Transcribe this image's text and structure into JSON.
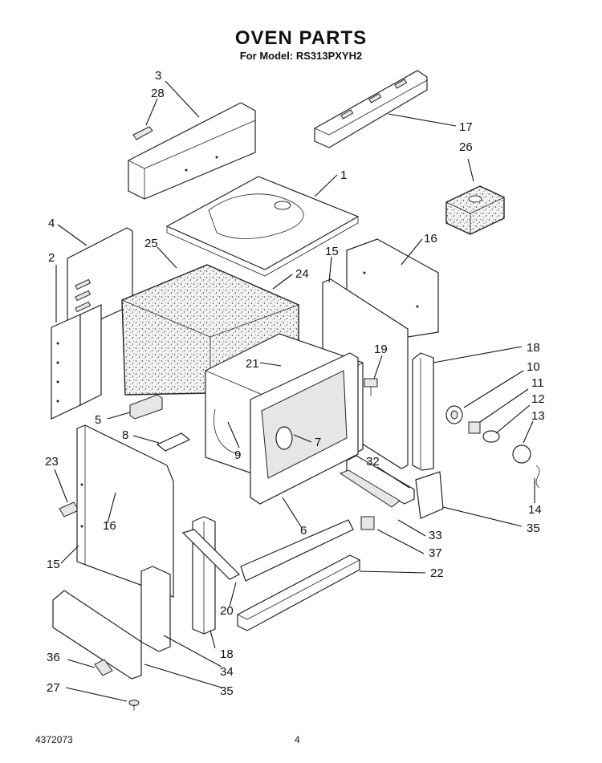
{
  "header": {
    "title": "OVEN PARTS",
    "subtitle": "For Model: RS313PXYH2"
  },
  "footer": {
    "doc_number": "4372073",
    "page_number": "4"
  },
  "callouts": [
    {
      "id": "c3",
      "label": "3"
    },
    {
      "id": "c28",
      "label": "28"
    },
    {
      "id": "c17",
      "label": "17"
    },
    {
      "id": "c26",
      "label": "26"
    },
    {
      "id": "c1",
      "label": "1"
    },
    {
      "id": "c4",
      "label": "4"
    },
    {
      "id": "c25",
      "label": "25"
    },
    {
      "id": "c2",
      "label": "2"
    },
    {
      "id": "c15a",
      "label": "15"
    },
    {
      "id": "c16a",
      "label": "16"
    },
    {
      "id": "c24",
      "label": "24"
    },
    {
      "id": "c18a",
      "label": "18"
    },
    {
      "id": "c19",
      "label": "19"
    },
    {
      "id": "c21",
      "label": "21"
    },
    {
      "id": "c10",
      "label": "10"
    },
    {
      "id": "c11",
      "label": "11"
    },
    {
      "id": "c12",
      "label": "12"
    },
    {
      "id": "c13",
      "label": "13"
    },
    {
      "id": "c5",
      "label": "5"
    },
    {
      "id": "c8",
      "label": "8"
    },
    {
      "id": "c9",
      "label": "9"
    },
    {
      "id": "c7",
      "label": "7"
    },
    {
      "id": "c23",
      "label": "23"
    },
    {
      "id": "c32",
      "label": "32"
    },
    {
      "id": "c14",
      "label": "14"
    },
    {
      "id": "c16b",
      "label": "16"
    },
    {
      "id": "c35a",
      "label": "35"
    },
    {
      "id": "c6",
      "label": "6"
    },
    {
      "id": "c33",
      "label": "33"
    },
    {
      "id": "c15b",
      "label": "15"
    },
    {
      "id": "c37",
      "label": "37"
    },
    {
      "id": "c22",
      "label": "22"
    },
    {
      "id": "c20",
      "label": "20"
    },
    {
      "id": "c18b",
      "label": "18"
    },
    {
      "id": "c34",
      "label": "34"
    },
    {
      "id": "c36",
      "label": "36"
    },
    {
      "id": "c35b",
      "label": "35"
    },
    {
      "id": "c27",
      "label": "27"
    }
  ]
}
